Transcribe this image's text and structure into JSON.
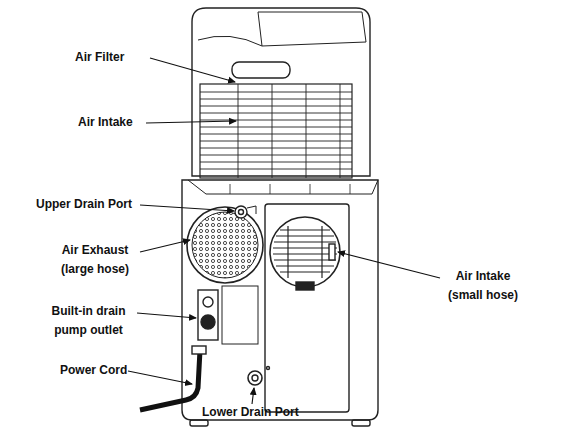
{
  "diagram": {
    "labels": [
      "Air Filter",
      "Air Intake",
      "Upper Drain Port",
      "Air Exhaust (large hose)",
      "Built-in drain pump outlet",
      "Power Cord",
      "Lower Drain Port",
      "Air Intake (small hose)"
    ]
  }
}
